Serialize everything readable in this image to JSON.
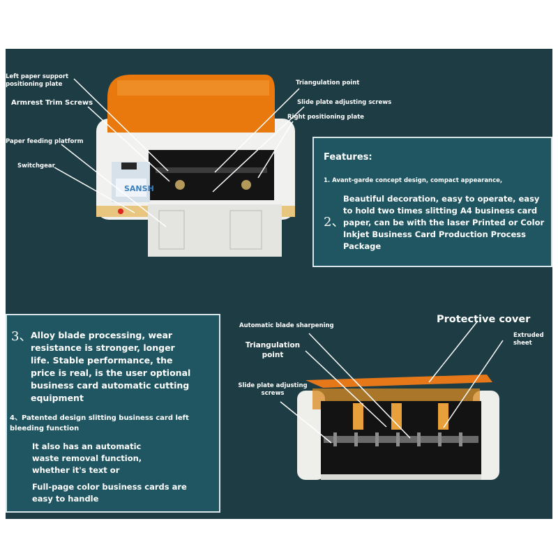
{
  "top_callouts": {
    "left_paper_support": "Left paper support positioning plate",
    "armrest_trim_screws": "Armrest Trim Screws",
    "paper_feeding_platform": "Paper feeding platform",
    "switchgear": "Switchgear",
    "triangulation_point": "Triangulation point",
    "slide_plate_screws": "Slide plate adjusting screws",
    "right_positioning_plate": "Right positioning plate",
    "brand_logo": "SANSH"
  },
  "features_box": {
    "heading": "Features:",
    "item1": "1. Avant-garde concept design, compact appearance,",
    "item2_num": "2、",
    "item2_text": "Beautiful decoration, easy to operate, easy to hold two times slitting A4 business card paper, can be with the laser Printed or Color Inkjet Business Card Production Process Package"
  },
  "lower_box": {
    "item3_num": "3、",
    "item3_text": "Alloy blade processing, wear resistance is stronger, longer life. Stable performance, the price is real, is the user optional business card automatic cutting equipment",
    "item4_text": "4、Patented design slitting business card left bleeding function",
    "item4_sub1": "It also has an automatic waste removal function, whether it's text or",
    "item4_sub2": "Full-page color business cards are easy to handle"
  },
  "bottom_callouts": {
    "protective_cover": "Protective cover",
    "automatic_blade": "Automatic blade sharpening",
    "triangulation_point": "Triangulation point",
    "extruded_sheet": "Extruded sheet",
    "slide_plate_screws": "Slide plate adjusting screws"
  }
}
